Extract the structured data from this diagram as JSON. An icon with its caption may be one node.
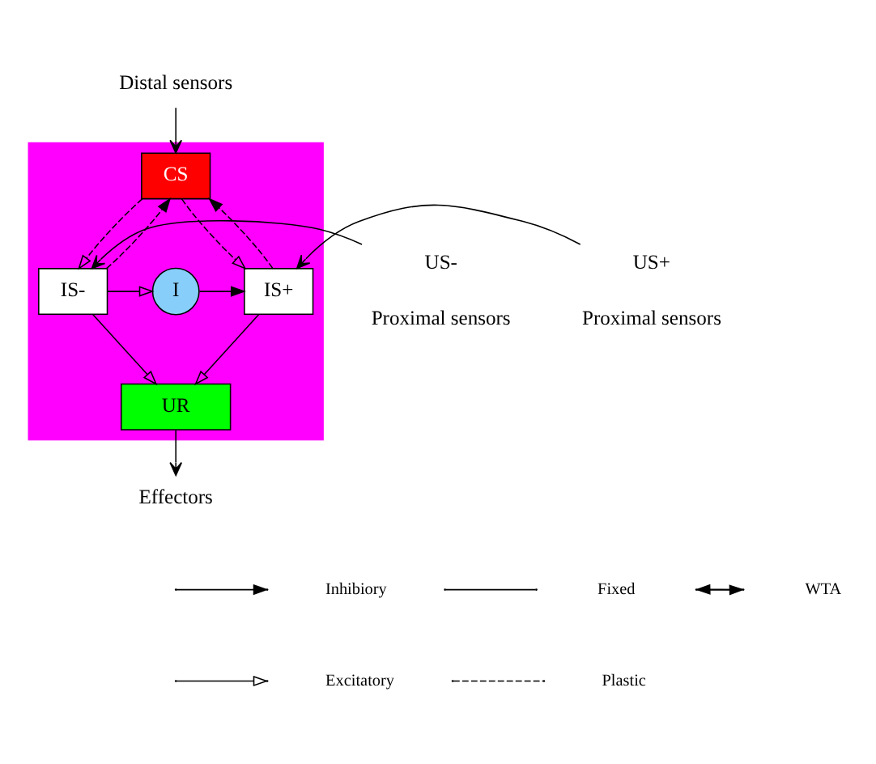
{
  "diagram": {
    "nodes": [
      {
        "text": [],
        "shape": "box"
      },
      {
        "text": [
          "CS"
        ],
        "in": 0
      },
      {
        "text": [
          "IS-"
        ],
        "in": 0
      },
      {
        "text": [
          "I"
        ],
        "in": 0
      },
      {
        "text": [
          "IS+"
        ],
        "in": 0
      },
      {
        "text": [
          "UR"
        ],
        "in": 0
      },
      {
        "text": [
          "Distal sensors"
        ]
      },
      {
        "text": [
          "US-"
        ],
        "beside": [
          "Proximal sensors"
        ]
      },
      {
        "text": [
          "US+"
        ],
        "beside": [
          "Proximal sensors"
        ]
      },
      {
        "text": [
          "Effectors"
        ]
      }
    ],
    "edges": [
      {
        "from": 6,
        "to": 1,
        "arrow": "to"
      },
      {
        "from": 7,
        "to": 2,
        "arrow": "to"
      },
      {
        "from": 8,
        "to": 4,
        "arrow": "to"
      },
      {
        "from": 2,
        "to": 1,
        "arrow": "to",
        "style": "dashed"
      },
      {
        "from": 1,
        "to": 2,
        "arrow": "to",
        "style": "dashed"
      },
      {
        "from": 4,
        "to": 1,
        "arrow": "to",
        "style": "dashed"
      },
      {
        "from": 1,
        "to": 4,
        "arrow": "to",
        "style": "dashed"
      },
      {
        "from": 2,
        "to": 3,
        "arrow": "to"
      },
      {
        "from": 3,
        "to": 4,
        "arrow": "to"
      },
      {
        "from": 2,
        "to": 5,
        "arrow": "to"
      },
      {
        "from": 4,
        "to": 5,
        "arrow": "to"
      },
      {
        "from": 5,
        "to": 9,
        "arrow": "to"
      }
    ],
    "legend": [
      {
        "text": "Inhibiory"
      },
      {
        "text": "Fixed"
      },
      {
        "text": "WTA"
      },
      {
        "text": "Excitatory"
      },
      {
        "text": "Plastic"
      }
    ]
  }
}
